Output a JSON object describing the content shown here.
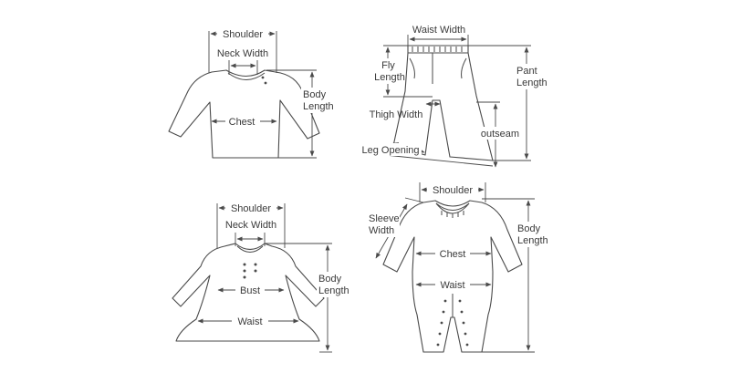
{
  "diagrams": {
    "shirt": {
      "shoulder": "Shoulder",
      "neck_width": "Neck Width",
      "chest": "Chest",
      "body_length": [
        "Body",
        "Length"
      ]
    },
    "pants": {
      "waist_width": "Waist Width",
      "fly_length": [
        "Fly",
        "Length"
      ],
      "pant_length": [
        "Pant",
        "Length"
      ],
      "thigh_width": "Thigh Width",
      "outseam": "outseam",
      "leg_opening": "Leg Opening"
    },
    "dress": {
      "shoulder": "Shoulder",
      "neck_width": "Neck Width",
      "bust": "Bust",
      "waist": "Waist",
      "body_length": [
        "Body",
        "Length"
      ]
    },
    "romper": {
      "shoulder": "Shoulder",
      "sleeve_width": [
        "Sleeve",
        "Width"
      ],
      "chest": "Chest",
      "waist": "Waist",
      "body_length": [
        "Body",
        "Length"
      ]
    }
  }
}
